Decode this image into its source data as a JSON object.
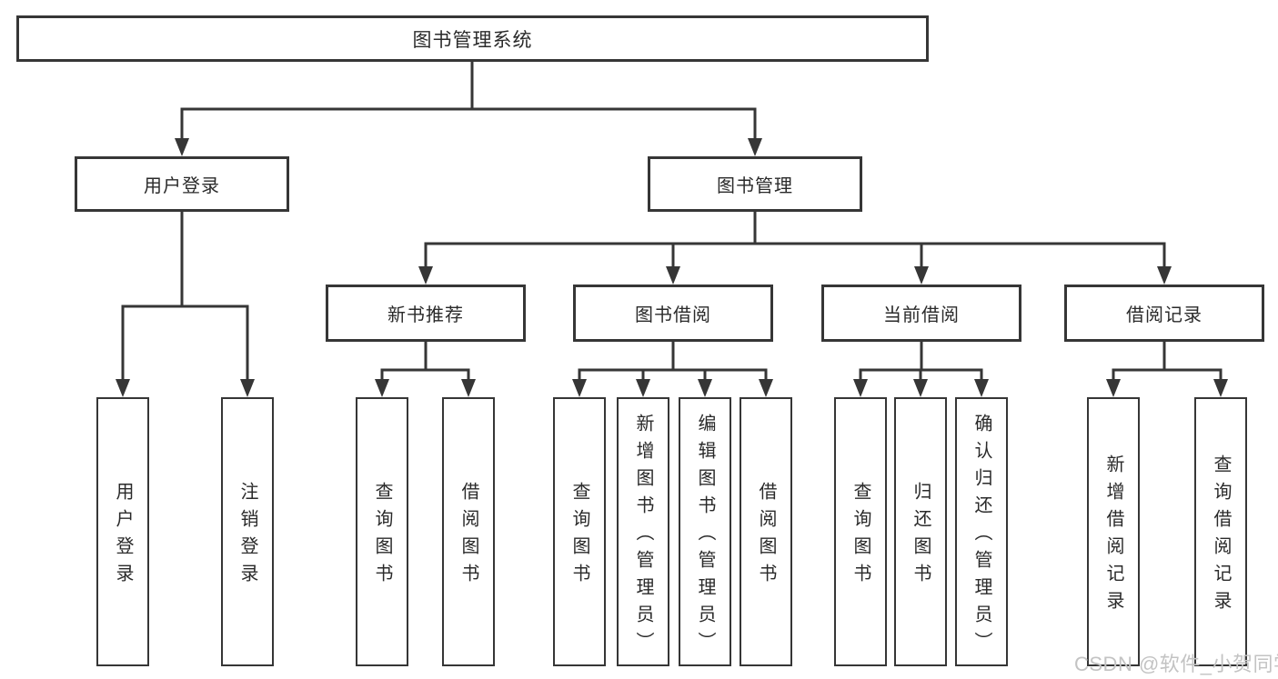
{
  "diagram": {
    "root": {
      "label": "图书管理系统"
    },
    "level2": [
      {
        "id": "user-login",
        "label": "用户登录"
      },
      {
        "id": "book-management",
        "label": "图书管理"
      }
    ],
    "level3": [
      {
        "id": "new-book-recommend",
        "parent": "图书管理",
        "label": "新书推荐"
      },
      {
        "id": "book-borrow",
        "parent": "图书管理",
        "label": "图书借阅"
      },
      {
        "id": "current-borrow",
        "parent": "图书管理",
        "label": "当前借阅"
      },
      {
        "id": "borrow-records",
        "parent": "图书管理",
        "label": "借阅记录"
      }
    ],
    "leaves": [
      {
        "parent": "用户登录",
        "label": "用户登录"
      },
      {
        "parent": "用户登录",
        "label": "注销登录"
      },
      {
        "parent": "新书推荐",
        "label": "查询图书"
      },
      {
        "parent": "新书推荐",
        "label": "借阅图书"
      },
      {
        "parent": "图书借阅",
        "label": "查询图书"
      },
      {
        "parent": "图书借阅",
        "label": "新增图书（管理员）"
      },
      {
        "parent": "图书借阅",
        "label": "编辑图书（管理员）"
      },
      {
        "parent": "图书借阅",
        "label": "借阅图书"
      },
      {
        "parent": "当前借阅",
        "label": "查询图书"
      },
      {
        "parent": "当前借阅",
        "label": "归还图书"
      },
      {
        "parent": "当前借阅",
        "label": "确认归还（管理员）"
      },
      {
        "parent": "借阅记录",
        "label": "新增借阅记录"
      },
      {
        "parent": "借阅记录",
        "label": "查询借阅记录"
      }
    ]
  },
  "watermark": {
    "text": "CSDN @软件_小贺同学"
  },
  "colors": {
    "line": "#363636",
    "text": "#2a2a2a",
    "box_background": "#ffffff",
    "watermark": "#c3c3c3",
    "background": "#ffffff"
  }
}
